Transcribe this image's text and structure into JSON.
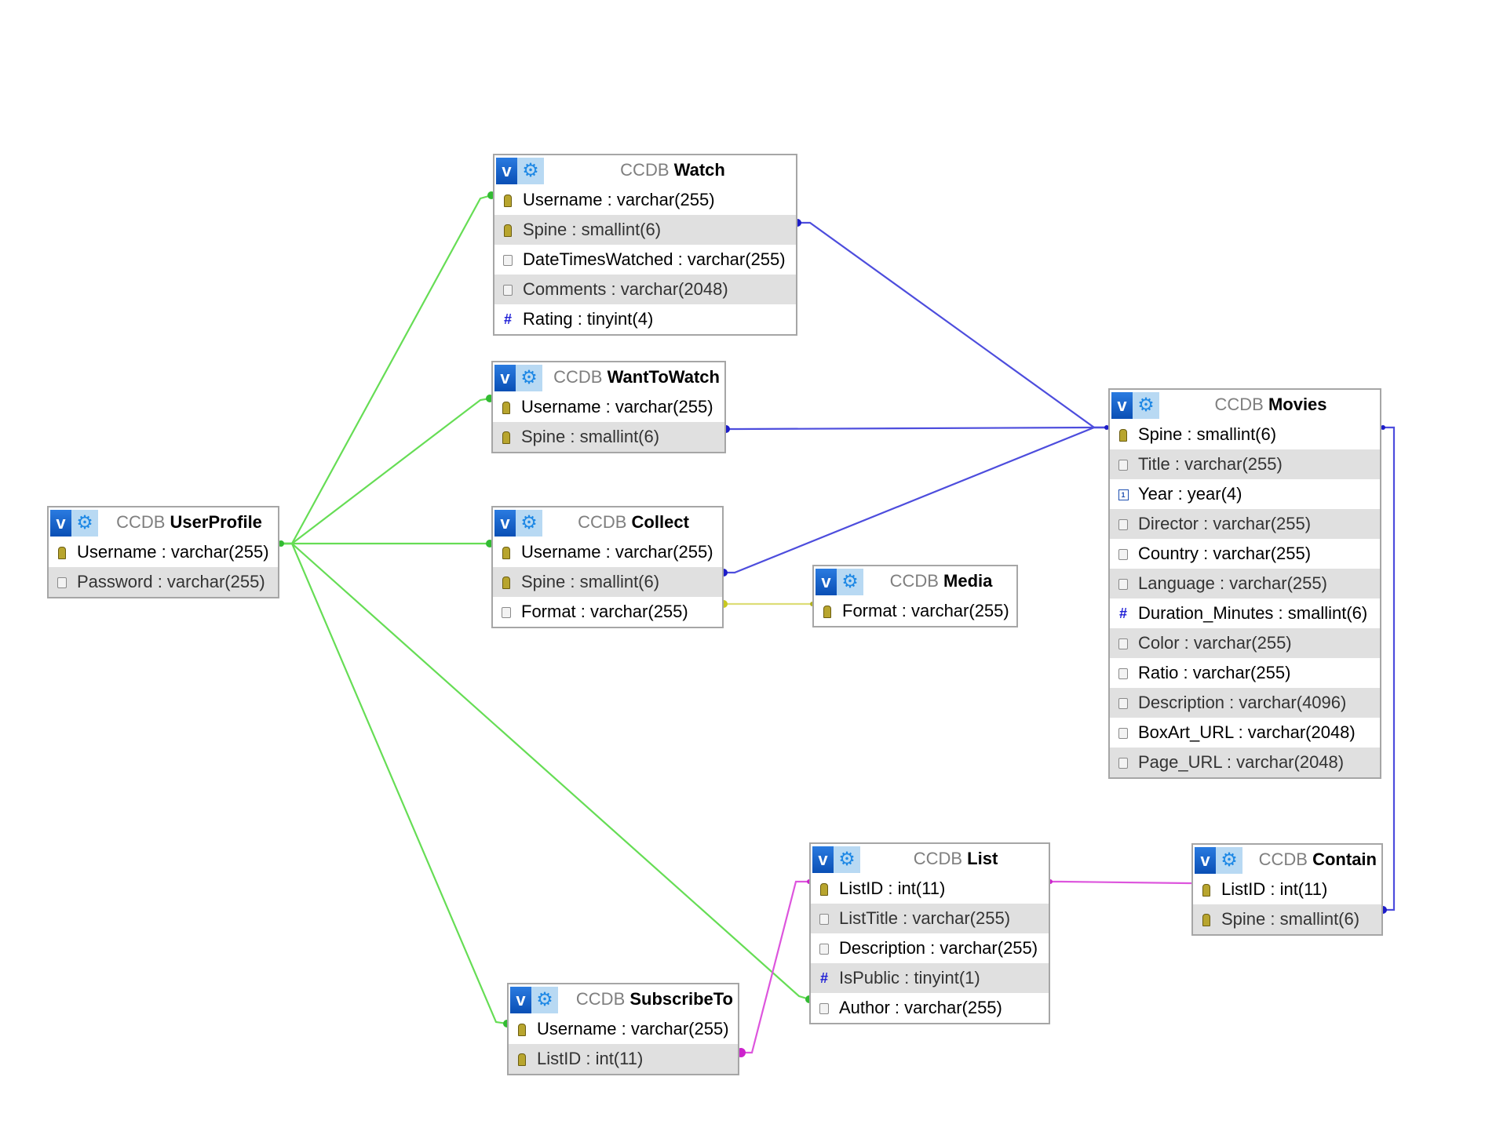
{
  "schema_prefix": "CCDB",
  "colors": {
    "green_link": "#55dd55",
    "blue_link": "#4444dd",
    "yellow_link": "#dddd66",
    "magenta_link": "#dd44dd",
    "header_v": "#0a4fb5",
    "header_gear": "#b8d9f3",
    "alt_row": "#e0e0e0"
  },
  "tables": {
    "watch": {
      "name": "Watch",
      "fields": [
        {
          "label": "Username : varchar(255)",
          "icon": "primary-key-icon"
        },
        {
          "label": "Spine : smallint(6)",
          "icon": "primary-key-icon"
        },
        {
          "label": "DateTimesWatched : varchar(255)",
          "icon": "field-icon"
        },
        {
          "label": "Comments : varchar(2048)",
          "icon": "field-icon"
        },
        {
          "label": "Rating : tinyint(4)",
          "icon": "numeric-icon"
        }
      ]
    },
    "wanttowatch": {
      "name": "WantToWatch",
      "fields": [
        {
          "label": "Username : varchar(255)",
          "icon": "primary-key-icon"
        },
        {
          "label": "Spine : smallint(6)",
          "icon": "primary-key-icon"
        }
      ]
    },
    "userprofile": {
      "name": "UserProfile",
      "fields": [
        {
          "label": "Username : varchar(255)",
          "icon": "primary-key-icon"
        },
        {
          "label": "Password : varchar(255)",
          "icon": "field-icon"
        }
      ]
    },
    "collect": {
      "name": "Collect",
      "fields": [
        {
          "label": "Username : varchar(255)",
          "icon": "primary-key-icon"
        },
        {
          "label": "Spine : smallint(6)",
          "icon": "primary-key-icon"
        },
        {
          "label": "Format : varchar(255)",
          "icon": "field-icon"
        }
      ]
    },
    "media": {
      "name": "Media",
      "fields": [
        {
          "label": "Format : varchar(255)",
          "icon": "primary-key-icon"
        }
      ]
    },
    "movies": {
      "name": "Movies",
      "fields": [
        {
          "label": "Spine : smallint(6)",
          "icon": "primary-key-icon"
        },
        {
          "label": "Title : varchar(255)",
          "icon": "field-icon"
        },
        {
          "label": "Year : year(4)",
          "icon": "year-icon"
        },
        {
          "label": "Director : varchar(255)",
          "icon": "field-icon"
        },
        {
          "label": "Country : varchar(255)",
          "icon": "field-icon"
        },
        {
          "label": "Language : varchar(255)",
          "icon": "field-icon"
        },
        {
          "label": "Duration_Minutes : smallint(6)",
          "icon": "numeric-icon"
        },
        {
          "label": "Color : varchar(255)",
          "icon": "field-icon"
        },
        {
          "label": "Ratio : varchar(255)",
          "icon": "field-icon"
        },
        {
          "label": "Description : varchar(4096)",
          "icon": "field-icon"
        },
        {
          "label": "BoxArt_URL : varchar(2048)",
          "icon": "field-icon"
        },
        {
          "label": "Page_URL : varchar(2048)",
          "icon": "field-icon"
        }
      ]
    },
    "list": {
      "name": "List",
      "fields": [
        {
          "label": "ListID : int(11)",
          "icon": "primary-key-icon"
        },
        {
          "label": "ListTitle : varchar(255)",
          "icon": "field-icon"
        },
        {
          "label": "Description : varchar(255)",
          "icon": "field-icon"
        },
        {
          "label": "IsPublic : tinyint(1)",
          "icon": "numeric-icon"
        },
        {
          "label": "Author : varchar(255)",
          "icon": "field-icon"
        }
      ]
    },
    "contain": {
      "name": "Contain",
      "fields": [
        {
          "label": "ListID : int(11)",
          "icon": "primary-key-icon"
        },
        {
          "label": "Spine : smallint(6)",
          "icon": "primary-key-icon"
        }
      ]
    },
    "subscribeto": {
      "name": "SubscribeTo",
      "fields": [
        {
          "label": "Username : varchar(255)",
          "icon": "primary-key-icon"
        },
        {
          "label": "ListID : int(11)",
          "icon": "primary-key-icon"
        }
      ]
    }
  }
}
